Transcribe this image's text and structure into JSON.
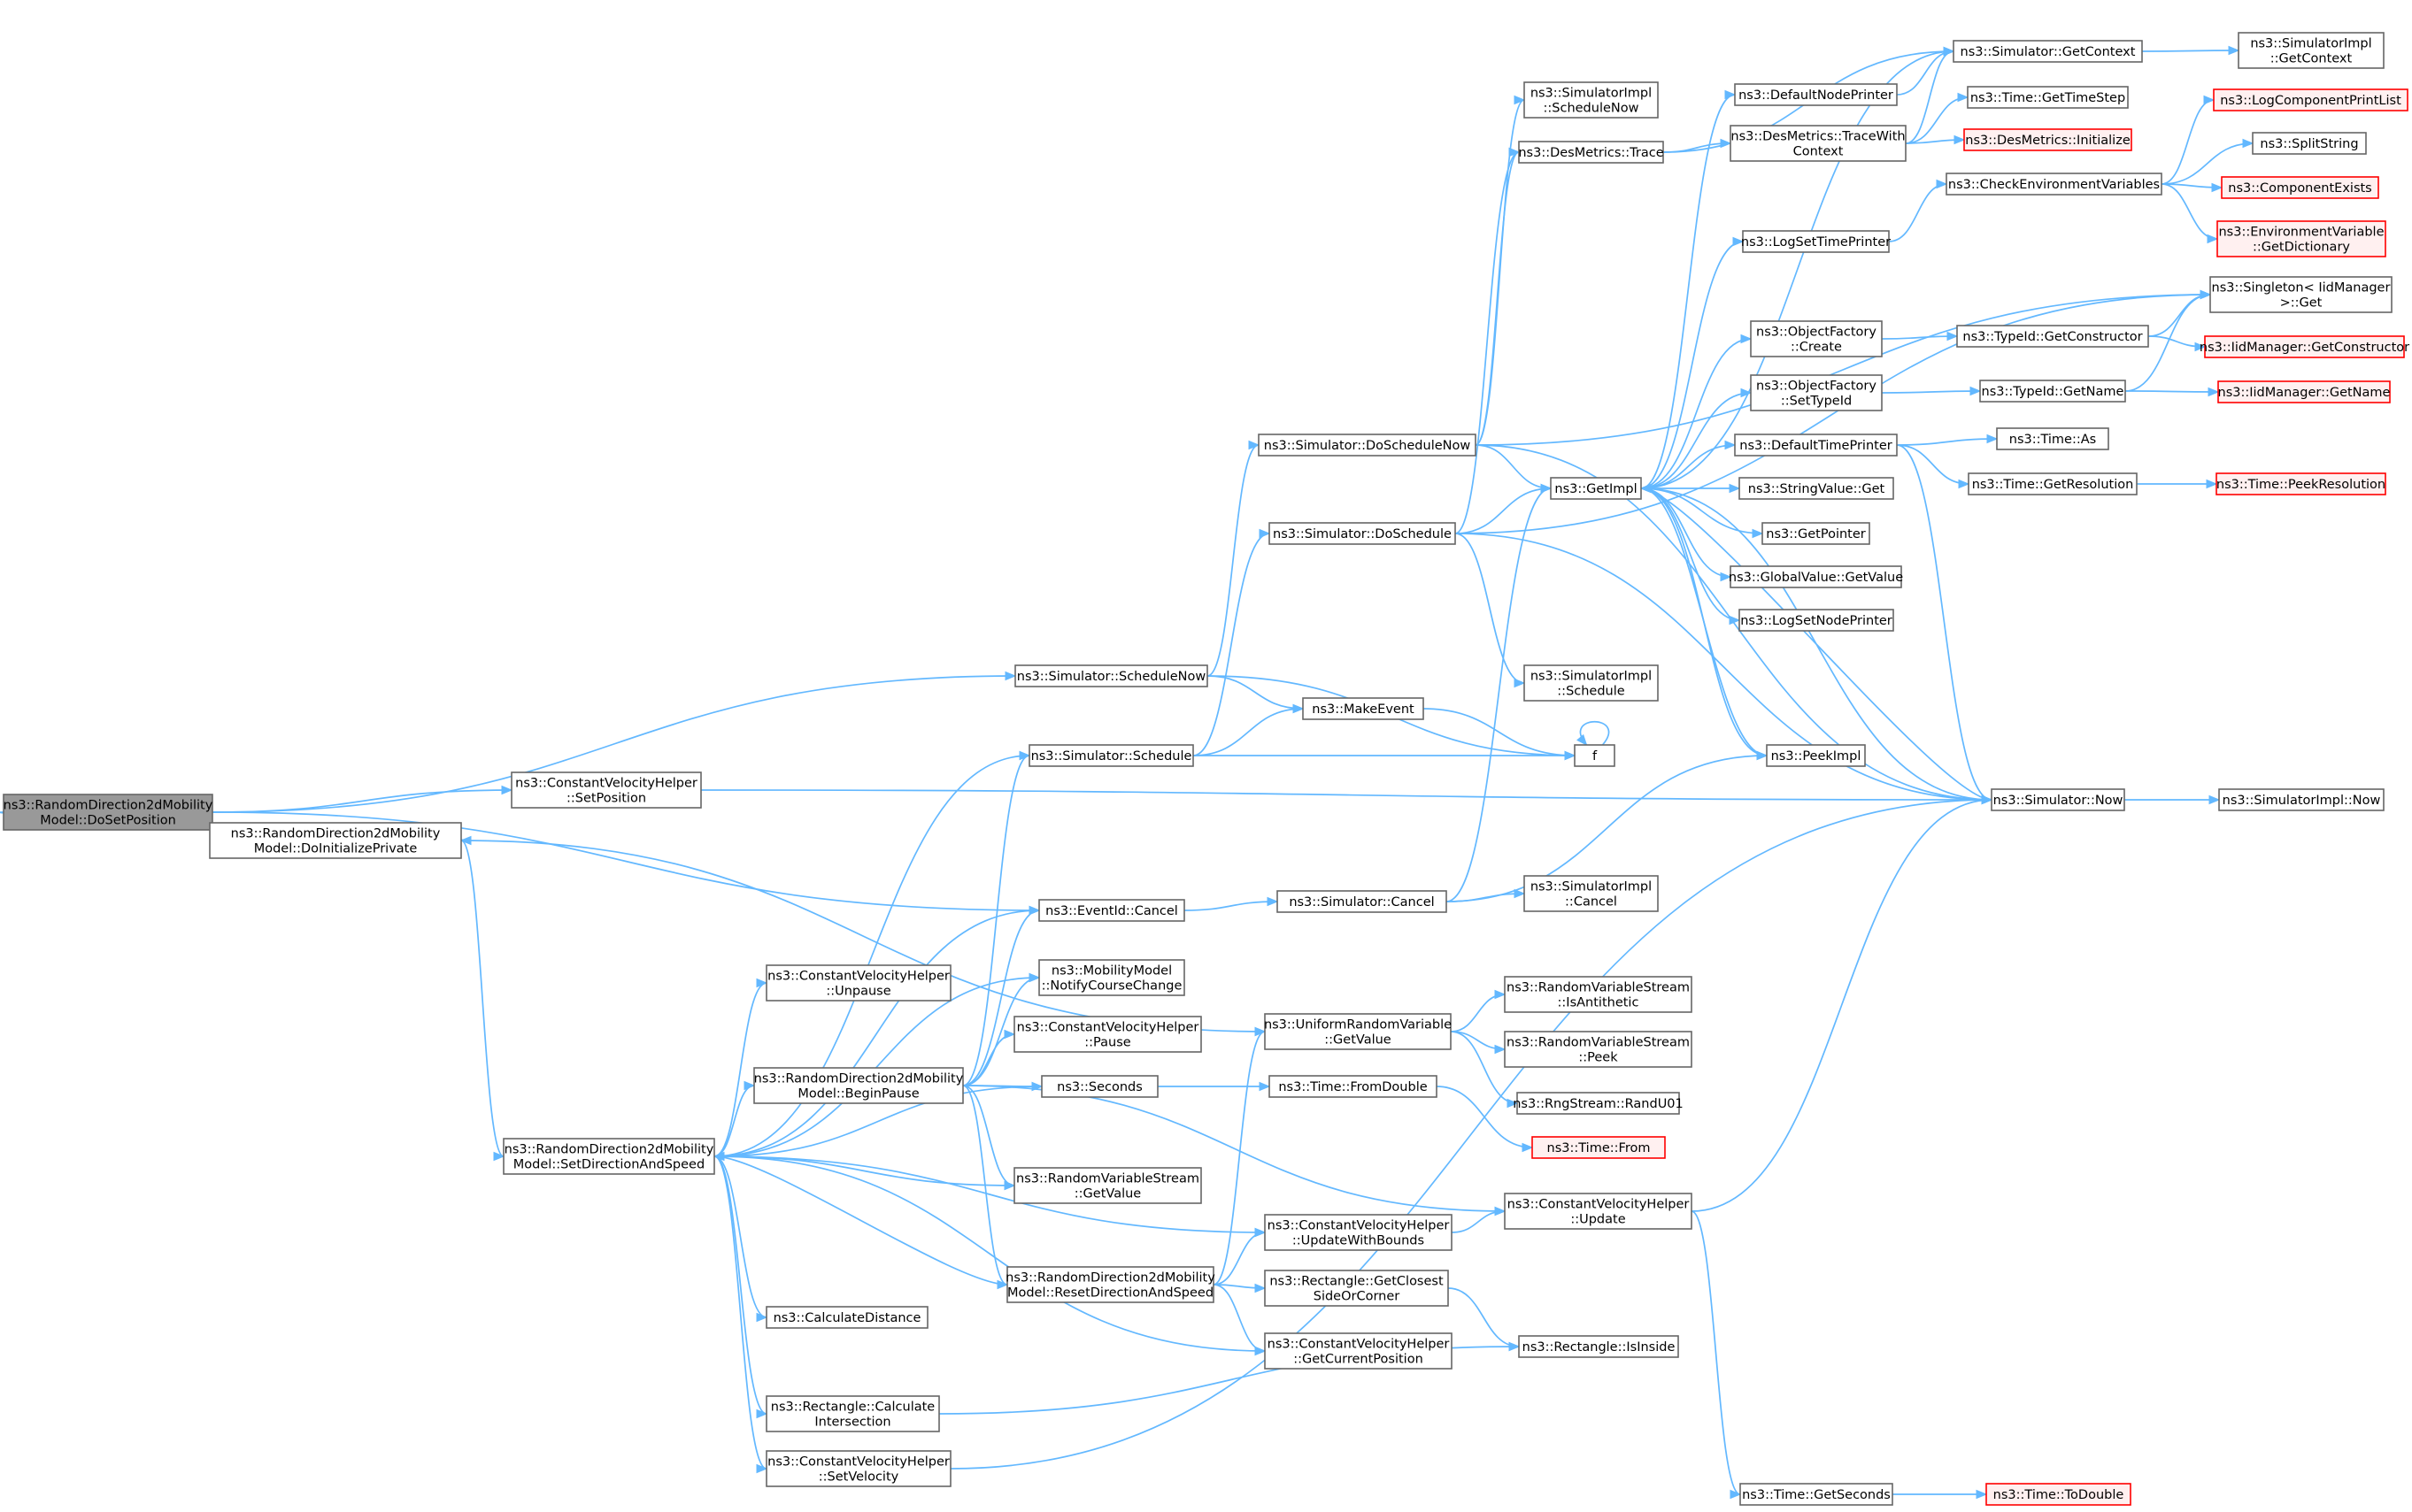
{
  "colors": {
    "edge": "#63b8ff",
    "node_border": "#666666",
    "root_fill": "#999999",
    "truncated_border": "#ff0000",
    "text": "#000000"
  },
  "nodes": [
    {
      "id": "n_dosetpos",
      "lines": [
        "ns3::RandomDirection2dMobility",
        "Model::DoSetPosition"
      ],
      "root": true
    },
    {
      "id": "n_schednow",
      "lines": [
        "ns3::Simulator::ScheduleNow"
      ]
    },
    {
      "id": "n_cvh_setpos",
      "lines": [
        "ns3::ConstantVelocityHelper",
        "::SetPosition"
      ]
    },
    {
      "id": "n_doinit",
      "lines": [
        "ns3::RandomDirection2dMobility",
        "Model::DoInitializePrivate"
      ]
    },
    {
      "id": "n_setdir",
      "lines": [
        "ns3::RandomDirection2dMobility",
        "Model::SetDirectionAndSpeed"
      ]
    },
    {
      "id": "n_eventcancel",
      "lines": [
        "ns3::EventId::Cancel"
      ]
    },
    {
      "id": "n_simsched",
      "lines": [
        "ns3::Simulator::Schedule"
      ]
    },
    {
      "id": "n_cvh_unpause",
      "lines": [
        "ns3::ConstantVelocityHelper",
        "::Unpause"
      ]
    },
    {
      "id": "n_mm_notify",
      "lines": [
        "ns3::MobilityModel",
        "::NotifyCourseChange"
      ]
    },
    {
      "id": "n_cvh_pause",
      "lines": [
        "ns3::ConstantVelocityHelper",
        "::Pause"
      ]
    },
    {
      "id": "n_beginpause",
      "lines": [
        "ns3::RandomDirection2dMobility",
        "Model::BeginPause"
      ]
    },
    {
      "id": "n_seconds",
      "lines": [
        "ns3::Seconds"
      ]
    },
    {
      "id": "n_rvs_getvalue",
      "lines": [
        "ns3::RandomVariableStream",
        "::GetValue"
      ]
    },
    {
      "id": "n_resetdir",
      "lines": [
        "ns3::RandomDirection2dMobility",
        "Model::ResetDirectionAndSpeed"
      ]
    },
    {
      "id": "n_calcdist",
      "lines": [
        "ns3::CalculateDistance"
      ]
    },
    {
      "id": "n_rect_calc",
      "lines": [
        "ns3::Rectangle::Calculate",
        "Intersection"
      ]
    },
    {
      "id": "n_cvh_setvel",
      "lines": [
        "ns3::ConstantVelocityHelper",
        "::SetVelocity"
      ]
    },
    {
      "id": "n_doschednow",
      "lines": [
        "ns3::Simulator::DoScheduleNow"
      ]
    },
    {
      "id": "n_dosched",
      "lines": [
        "ns3::Simulator::DoSchedule"
      ]
    },
    {
      "id": "n_makeevent",
      "lines": [
        "ns3::MakeEvent"
      ]
    },
    {
      "id": "n_simcancel",
      "lines": [
        "ns3::Simulator::Cancel"
      ]
    },
    {
      "id": "n_urv_getvalue",
      "lines": [
        "ns3::UniformRandomVariable",
        "::GetValue"
      ]
    },
    {
      "id": "n_fromdouble",
      "lines": [
        "ns3::Time::FromDouble"
      ]
    },
    {
      "id": "n_cvh_updbounds",
      "lines": [
        "ns3::ConstantVelocityHelper",
        "::UpdateWithBounds"
      ]
    },
    {
      "id": "n_rect_closest",
      "lines": [
        "ns3::Rectangle::GetClosest",
        "SideOrCorner"
      ]
    },
    {
      "id": "n_cvh_getpos",
      "lines": [
        "ns3::ConstantVelocityHelper",
        "::GetCurrentPosition"
      ]
    },
    {
      "id": "n_simimpl_schednow",
      "lines": [
        "ns3::SimulatorImpl",
        "::ScheduleNow"
      ]
    },
    {
      "id": "n_desmetrics_trace",
      "lines": [
        "ns3::DesMetrics::Trace"
      ]
    },
    {
      "id": "n_simimpl_sched",
      "lines": [
        "ns3::SimulatorImpl",
        "::Schedule"
      ]
    },
    {
      "id": "n_simimpl_cancel",
      "lines": [
        "ns3::SimulatorImpl",
        "::Cancel"
      ]
    },
    {
      "id": "n_rvs_isanti",
      "lines": [
        "ns3::RandomVariableStream",
        "::IsAntithetic"
      ]
    },
    {
      "id": "n_rvs_peek",
      "lines": [
        "ns3::RandomVariableStream",
        "::Peek"
      ]
    },
    {
      "id": "n_randu01",
      "lines": [
        "ns3::RngStream::RandU01"
      ]
    },
    {
      "id": "n_time_from",
      "lines": [
        "ns3::Time::From"
      ],
      "truncated": true
    },
    {
      "id": "n_cvh_update",
      "lines": [
        "ns3::ConstantVelocityHelper",
        "::Update"
      ]
    },
    {
      "id": "n_rect_inside",
      "lines": [
        "ns3::Rectangle::IsInside"
      ]
    },
    {
      "id": "n_getimpl",
      "lines": [
        "ns3::GetImpl"
      ]
    },
    {
      "id": "n_f",
      "lines": [
        "f"
      ]
    },
    {
      "id": "n_defnodeprinter",
      "lines": [
        "ns3::DefaultNodePrinter"
      ]
    },
    {
      "id": "n_desmetrics_tracectx",
      "lines": [
        "ns3::DesMetrics::TraceWith",
        "Context"
      ]
    },
    {
      "id": "n_logsettimeprinter",
      "lines": [
        "ns3::LogSetTimePrinter"
      ]
    },
    {
      "id": "n_objfactory_create",
      "lines": [
        "ns3::ObjectFactory",
        "::Create"
      ]
    },
    {
      "id": "n_objfactory_settypeid",
      "lines": [
        "ns3::ObjectFactory",
        "::SetTypeId"
      ]
    },
    {
      "id": "n_deftimeprinter",
      "lines": [
        "ns3::DefaultTimePrinter"
      ]
    },
    {
      "id": "n_stringvalue_get",
      "lines": [
        "ns3::StringValue::Get"
      ]
    },
    {
      "id": "n_getpointer",
      "lines": [
        "ns3::GetPointer"
      ]
    },
    {
      "id": "n_globalvalue_get",
      "lines": [
        "ns3::GlobalValue::GetValue"
      ]
    },
    {
      "id": "n_logsetnodeprinter",
      "lines": [
        "ns3::LogSetNodePrinter"
      ]
    },
    {
      "id": "n_peekimpl",
      "lines": [
        "ns3::PeekImpl"
      ]
    },
    {
      "id": "n_time_getseconds",
      "lines": [
        "ns3::Time::GetSeconds"
      ]
    },
    {
      "id": "n_simgetcontext",
      "lines": [
        "ns3::Simulator::GetContext"
      ]
    },
    {
      "id": "n_time_gettimestep",
      "lines": [
        "ns3::Time::GetTimeStep"
      ]
    },
    {
      "id": "n_desmetrics_init",
      "lines": [
        "ns3::DesMetrics::Initialize"
      ],
      "truncated": true
    },
    {
      "id": "n_checkenv",
      "lines": [
        "ns3::CheckEnvironmentVariables"
      ]
    },
    {
      "id": "n_typeid_getctor",
      "lines": [
        "ns3::TypeId::GetConstructor"
      ]
    },
    {
      "id": "n_typeid_getname",
      "lines": [
        "ns3::TypeId::GetName"
      ]
    },
    {
      "id": "n_time_as",
      "lines": [
        "ns3::Time::As"
      ]
    },
    {
      "id": "n_time_getres",
      "lines": [
        "ns3::Time::GetResolution"
      ]
    },
    {
      "id": "n_simnow",
      "lines": [
        "ns3::Simulator::Now"
      ]
    },
    {
      "id": "n_time_todouble",
      "lines": [
        "ns3::Time::ToDouble"
      ],
      "truncated": true
    },
    {
      "id": "n_simimpl_getcontext",
      "lines": [
        "ns3::SimulatorImpl",
        "::GetContext"
      ]
    },
    {
      "id": "n_logcompprintlist",
      "lines": [
        "ns3::LogComponentPrintList"
      ],
      "truncated": true
    },
    {
      "id": "n_splitstring",
      "lines": [
        "ns3::SplitString"
      ]
    },
    {
      "id": "n_compexists",
      "lines": [
        "ns3::ComponentExists"
      ],
      "truncated": true
    },
    {
      "id": "n_envvar_getdict",
      "lines": [
        "ns3::EnvironmentVariable",
        "::GetDictionary"
      ],
      "truncated": true
    },
    {
      "id": "n_singleton_get",
      "lines": [
        "ns3::Singleton< IidManager",
        ">::Get"
      ]
    },
    {
      "id": "n_iid_getctor",
      "lines": [
        "ns3::IidManager::GetConstructor"
      ],
      "truncated": true
    },
    {
      "id": "n_iid_getname",
      "lines": [
        "ns3::IidManager::GetName"
      ],
      "truncated": true
    },
    {
      "id": "n_time_peekres",
      "lines": [
        "ns3::Time::PeekResolution"
      ],
      "truncated": true
    },
    {
      "id": "n_simimpl_now",
      "lines": [
        "ns3::SimulatorImpl::Now"
      ]
    }
  ],
  "edges": [
    [
      "n_dosetpos",
      "n_schednow"
    ],
    [
      "n_dosetpos",
      "n_cvh_setpos"
    ],
    [
      "n_dosetpos",
      "n_doinit"
    ],
    [
      "n_dosetpos",
      "n_eventcancel"
    ],
    [
      "n_schednow",
      "n_doschednow"
    ],
    [
      "n_schednow",
      "n_makeevent"
    ],
    [
      "n_schednow",
      "n_f"
    ],
    [
      "n_cvh_setpos",
      "n_simnow"
    ],
    [
      "n_doinit",
      "n_setdir"
    ],
    [
      "n_doinit",
      "n_urv_getvalue"
    ],
    [
      "n_setdir",
      "n_simsched"
    ],
    [
      "n_setdir",
      "n_eventcancel"
    ],
    [
      "n_setdir",
      "n_cvh_unpause"
    ],
    [
      "n_setdir",
      "n_mm_notify"
    ],
    [
      "n_setdir",
      "n_beginpause"
    ],
    [
      "n_setdir",
      "n_seconds"
    ],
    [
      "n_setdir",
      "n_rvs_getvalue"
    ],
    [
      "n_setdir",
      "n_cvh_updbounds"
    ],
    [
      "n_setdir",
      "n_calcdist"
    ],
    [
      "n_setdir",
      "n_cvh_getpos"
    ],
    [
      "n_setdir",
      "n_rect_calc"
    ],
    [
      "n_setdir",
      "n_cvh_setvel"
    ],
    [
      "n_beginpause",
      "n_simsched"
    ],
    [
      "n_beginpause",
      "n_eventcancel"
    ],
    [
      "n_beginpause",
      "n_mm_notify"
    ],
    [
      "n_beginpause",
      "n_cvh_pause"
    ],
    [
      "n_beginpause",
      "n_seconds"
    ],
    [
      "n_beginpause",
      "n_rvs_getvalue"
    ],
    [
      "n_beginpause",
      "n_resetdir"
    ],
    [
      "n_beginpause",
      "n_cvh_update"
    ],
    [
      "n_resetdir",
      "n_setdir"
    ],
    [
      "n_resetdir",
      "n_urv_getvalue"
    ],
    [
      "n_resetdir",
      "n_cvh_updbounds"
    ],
    [
      "n_resetdir",
      "n_rect_closest"
    ],
    [
      "n_resetdir",
      "n_cvh_getpos"
    ],
    [
      "n_rect_calc",
      "n_rect_inside"
    ],
    [
      "n_cvh_setvel",
      "n_simnow"
    ],
    [
      "n_eventcancel",
      "n_simcancel"
    ],
    [
      "n_simsched",
      "n_dosched"
    ],
    [
      "n_simsched",
      "n_makeevent"
    ],
    [
      "n_simsched",
      "n_f"
    ],
    [
      "n_makeevent",
      "n_f"
    ],
    [
      "n_f",
      "n_f"
    ],
    [
      "n_doschednow",
      "n_simimpl_schednow"
    ],
    [
      "n_doschednow",
      "n_desmetrics_trace"
    ],
    [
      "n_doschednow",
      "n_singleton_get"
    ],
    [
      "n_doschednow",
      "n_getimpl"
    ],
    [
      "n_doschednow",
      "n_simnow"
    ],
    [
      "n_dosched",
      "n_desmetrics_trace"
    ],
    [
      "n_dosched",
      "n_singleton_get"
    ],
    [
      "n_dosched",
      "n_getimpl"
    ],
    [
      "n_dosched",
      "n_simimpl_sched"
    ],
    [
      "n_dosched",
      "n_simnow"
    ],
    [
      "n_simcancel",
      "n_getimpl"
    ],
    [
      "n_simcancel",
      "n_simimpl_cancel"
    ],
    [
      "n_simcancel",
      "n_peekimpl"
    ],
    [
      "n_urv_getvalue",
      "n_rvs_isanti"
    ],
    [
      "n_urv_getvalue",
      "n_rvs_peek"
    ],
    [
      "n_urv_getvalue",
      "n_randu01"
    ],
    [
      "n_seconds",
      "n_fromdouble"
    ],
    [
      "n_fromdouble",
      "n_time_from"
    ],
    [
      "n_cvh_updbounds",
      "n_cvh_update"
    ],
    [
      "n_rect_closest",
      "n_rect_inside"
    ],
    [
      "n_cvh_update",
      "n_simnow"
    ],
    [
      "n_cvh_update",
      "n_time_getseconds"
    ],
    [
      "n_time_getseconds",
      "n_time_todouble"
    ],
    [
      "n_desmetrics_trace",
      "n_simgetcontext"
    ],
    [
      "n_desmetrics_trace",
      "n_desmetrics_tracectx"
    ],
    [
      "n_desmetrics_tracectx",
      "n_simgetcontext"
    ],
    [
      "n_desmetrics_tracectx",
      "n_time_gettimestep"
    ],
    [
      "n_desmetrics_tracectx",
      "n_desmetrics_init"
    ],
    [
      "n_getimpl",
      "n_defnodeprinter"
    ],
    [
      "n_getimpl",
      "n_simgetcontext"
    ],
    [
      "n_getimpl",
      "n_logsettimeprinter"
    ],
    [
      "n_getimpl",
      "n_objfactory_create"
    ],
    [
      "n_getimpl",
      "n_objfactory_settypeid"
    ],
    [
      "n_getimpl",
      "n_deftimeprinter"
    ],
    [
      "n_getimpl",
      "n_stringvalue_get"
    ],
    [
      "n_getimpl",
      "n_getpointer"
    ],
    [
      "n_getimpl",
      "n_globalvalue_get"
    ],
    [
      "n_getimpl",
      "n_logsetnodeprinter"
    ],
    [
      "n_getimpl",
      "n_peekimpl"
    ],
    [
      "n_getimpl",
      "n_simnow"
    ],
    [
      "n_defnodeprinter",
      "n_simgetcontext"
    ],
    [
      "n_logsettimeprinter",
      "n_checkenv"
    ],
    [
      "n_objfactory_create",
      "n_typeid_getctor"
    ],
    [
      "n_objfactory_settypeid",
      "n_typeid_getname"
    ],
    [
      "n_deftimeprinter",
      "n_time_as"
    ],
    [
      "n_deftimeprinter",
      "n_time_getres"
    ],
    [
      "n_deftimeprinter",
      "n_simnow"
    ],
    [
      "n_peekimpl",
      "n_getimpl"
    ],
    [
      "n_simgetcontext",
      "n_simimpl_getcontext"
    ],
    [
      "n_checkenv",
      "n_logcompprintlist"
    ],
    [
      "n_checkenv",
      "n_splitstring"
    ],
    [
      "n_checkenv",
      "n_compexists"
    ],
    [
      "n_checkenv",
      "n_envvar_getdict"
    ],
    [
      "n_typeid_getctor",
      "n_singleton_get"
    ],
    [
      "n_typeid_getctor",
      "n_iid_getctor"
    ],
    [
      "n_typeid_getname",
      "n_singleton_get"
    ],
    [
      "n_typeid_getname",
      "n_iid_getname"
    ],
    [
      "n_time_getres",
      "n_time_peekres"
    ],
    [
      "n_simnow",
      "n_getimpl"
    ],
    [
      "n_simnow",
      "n_simimpl_now"
    ]
  ]
}
